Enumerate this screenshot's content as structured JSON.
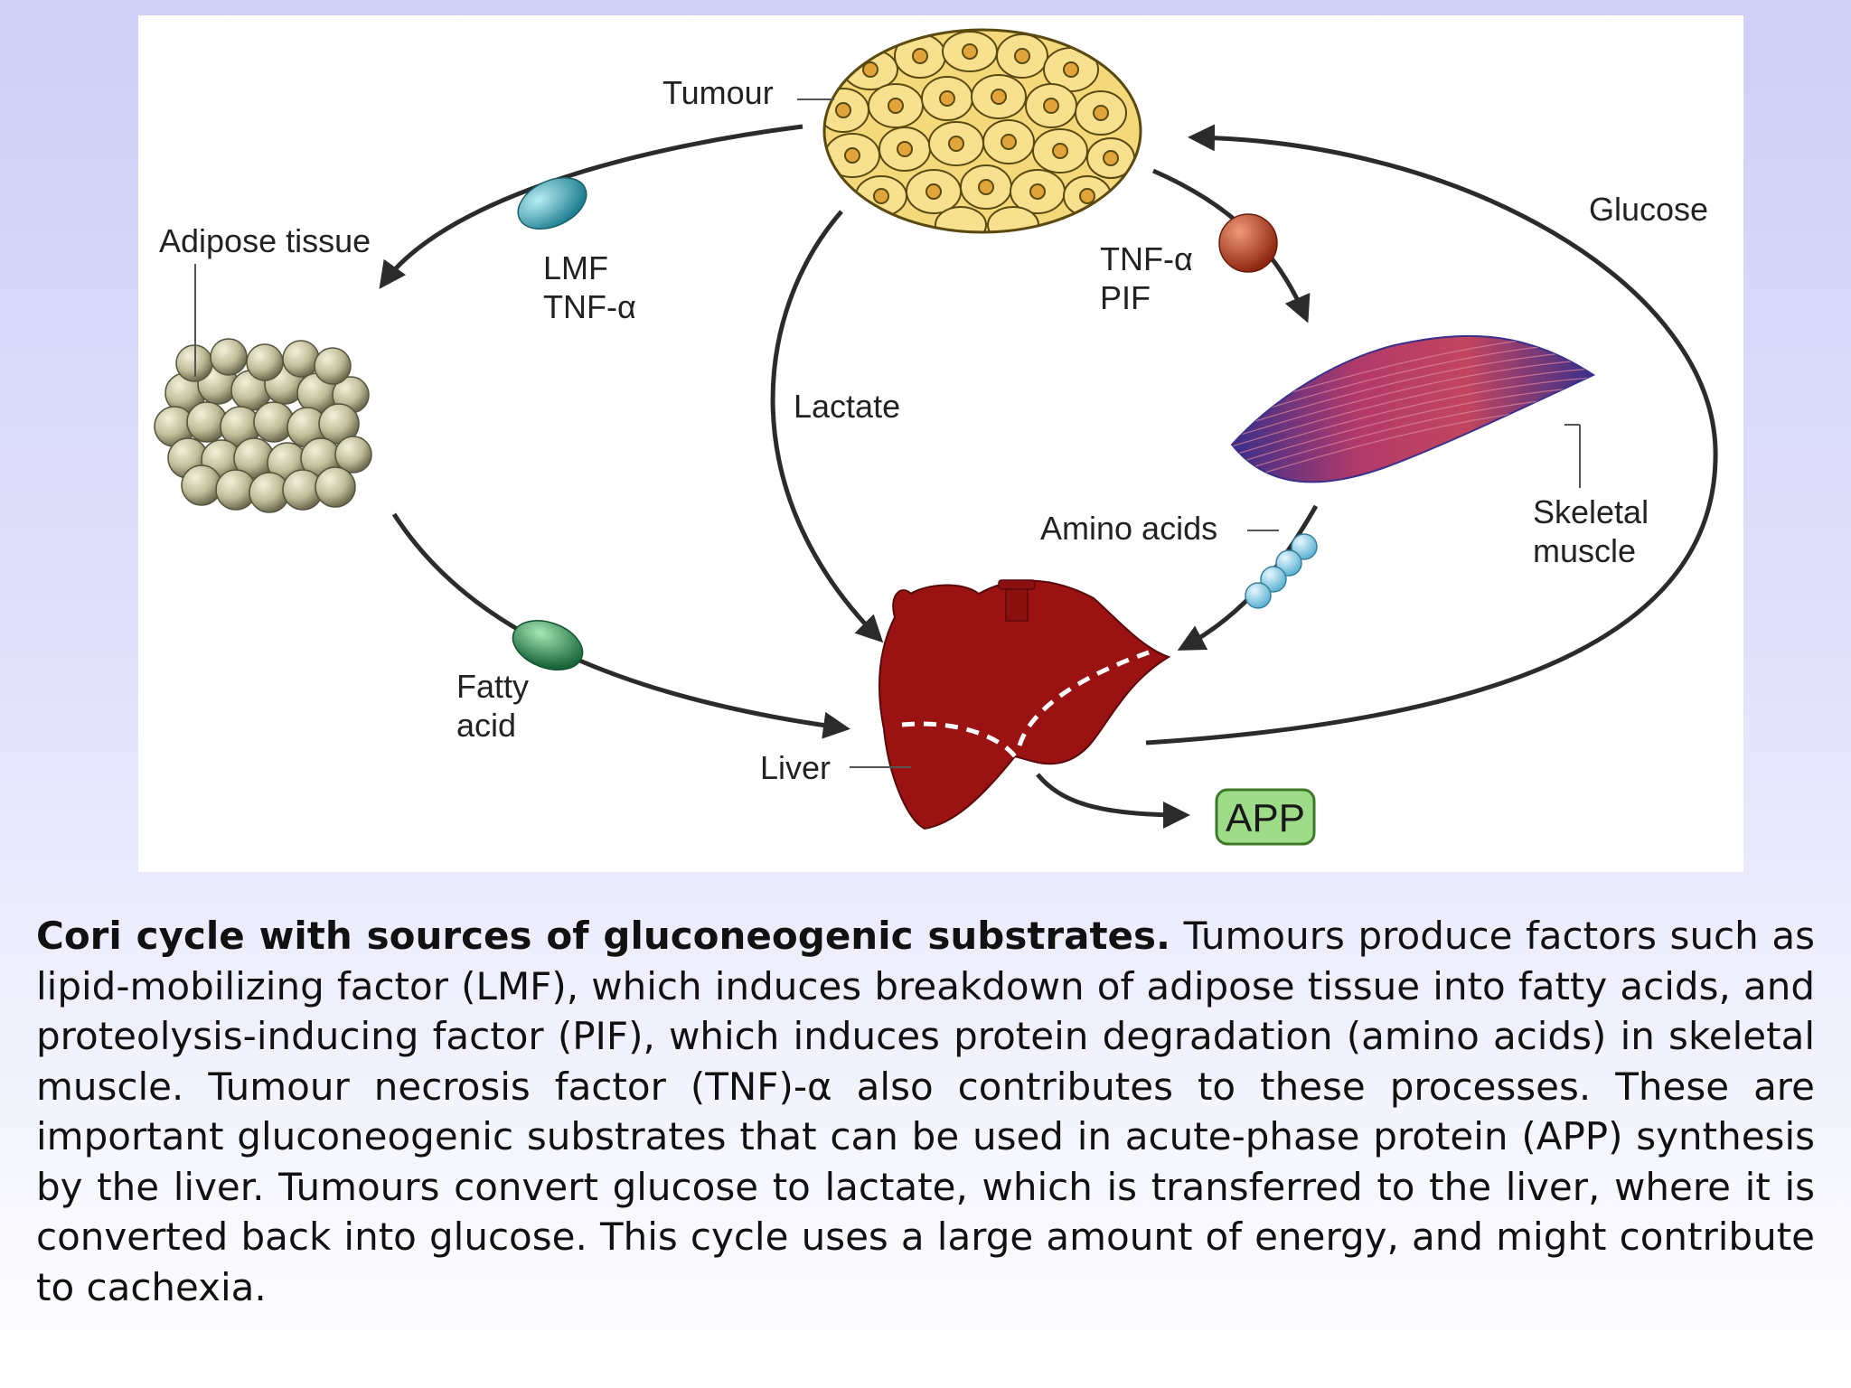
{
  "diagram": {
    "labels": {
      "tumour": "Tumour",
      "adipose_tissue": "Adipose tissue",
      "lmf": "LMF",
      "tnf_alpha_left": "TNF-α",
      "tnf_alpha_right": "TNF-α",
      "pif": "PIF",
      "glucose": "Glucose",
      "lactate": "Lactate",
      "amino_acids": "Amino acids",
      "skeletal": "Skeletal",
      "muscle": "muscle",
      "fatty": "Fatty",
      "acid": "acid",
      "liver": "Liver",
      "app": "APP"
    },
    "colors": {
      "arrow": "#2b2b2b",
      "tumour_cell": "#f3d97a",
      "adipose_sphere": "#c9c8a6",
      "lmf_blob": "#3aa7b8",
      "fatty_acid_blob": "#2e9a4f",
      "tnf_ball": "#c4492a",
      "liver": "#9b1212",
      "muscle": "#b03060",
      "amino_bead": "#a9dcef",
      "app_box": "#9fdc8a"
    }
  },
  "caption": {
    "title": "Cori cycle with sources of gluconeogenic substrates.",
    "body": " Tumours produce factors such as lipid-mobilizing factor (LMF), which induces breakdown of adipose tissue into fatty acids, and proteolysis-inducing factor (PIF), which induces protein degradation (amino acids) in skeletal muscle. Tumour necrosis factor (TNF)-α also contributes to these processes. These are important gluconeogenic substrates that can be used in acute-phase protein (APP) synthesis by the liver. Tumours convert glucose to lactate, which is transferred to the liver, where it is converted back into glucose. This cycle uses a large amount of energy, and might contribute to cachexia."
  }
}
